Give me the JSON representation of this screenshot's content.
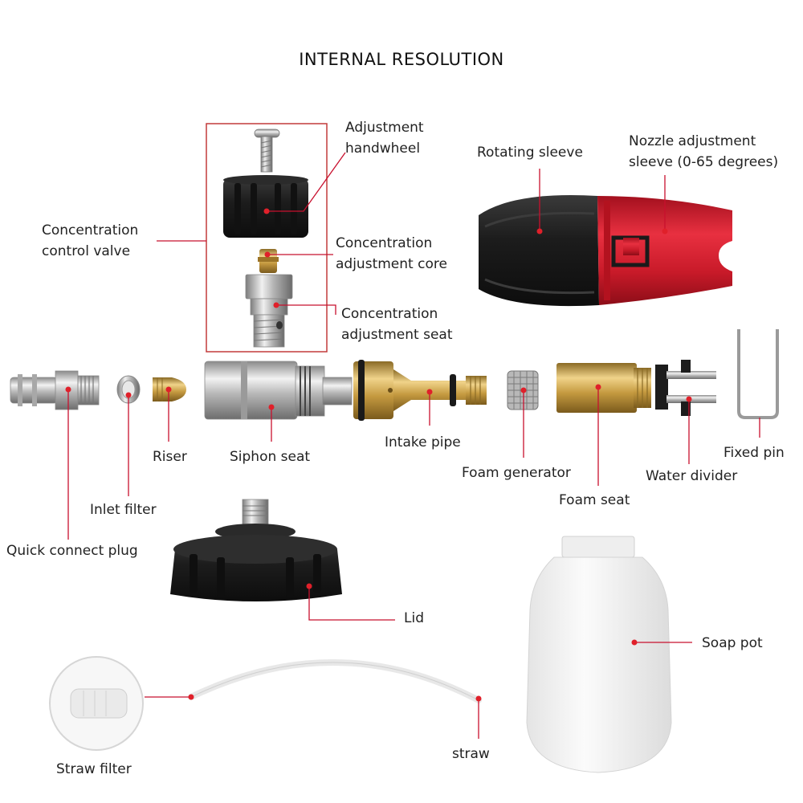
{
  "title": "INTERNAL RESOLUTION",
  "colors": {
    "leader": "#c8102e",
    "dot": "#e0202a",
    "red_body": "#d11c2a",
    "black_body": "#1e1e1e",
    "brass": "#c9a043",
    "chrome": "#c4c4c4",
    "plastic": "#f1f1f1"
  },
  "labels": {
    "concentration_control_valve": [
      "Concentration",
      "control valve"
    ],
    "adjustment_handwheel": [
      "Adjustment",
      "handwheel"
    ],
    "concentration_adjustment_core": [
      "Concentration",
      "adjustment core"
    ],
    "concentration_adjustment_seat": [
      "Concentration",
      "adjustment seat"
    ],
    "rotating_sleeve": "Rotating sleeve",
    "nozzle_adjustment_sleeve": [
      "Nozzle adjustment",
      "sleeve (0-65 degrees)"
    ],
    "riser": "Riser",
    "siphon_seat": "Siphon seat",
    "intake_pipe": "Intake pipe",
    "foam_generator": "Foam generator",
    "foam_seat": "Foam seat",
    "water_divider": "Water divider",
    "fixed_pin": "Fixed pin",
    "inlet_filter": "Inlet filter",
    "quick_connect_plug": "Quick connect plug",
    "lid": "Lid",
    "soap_pot": "Soap pot",
    "straw_filter": "Straw filter",
    "straw": "straw"
  }
}
